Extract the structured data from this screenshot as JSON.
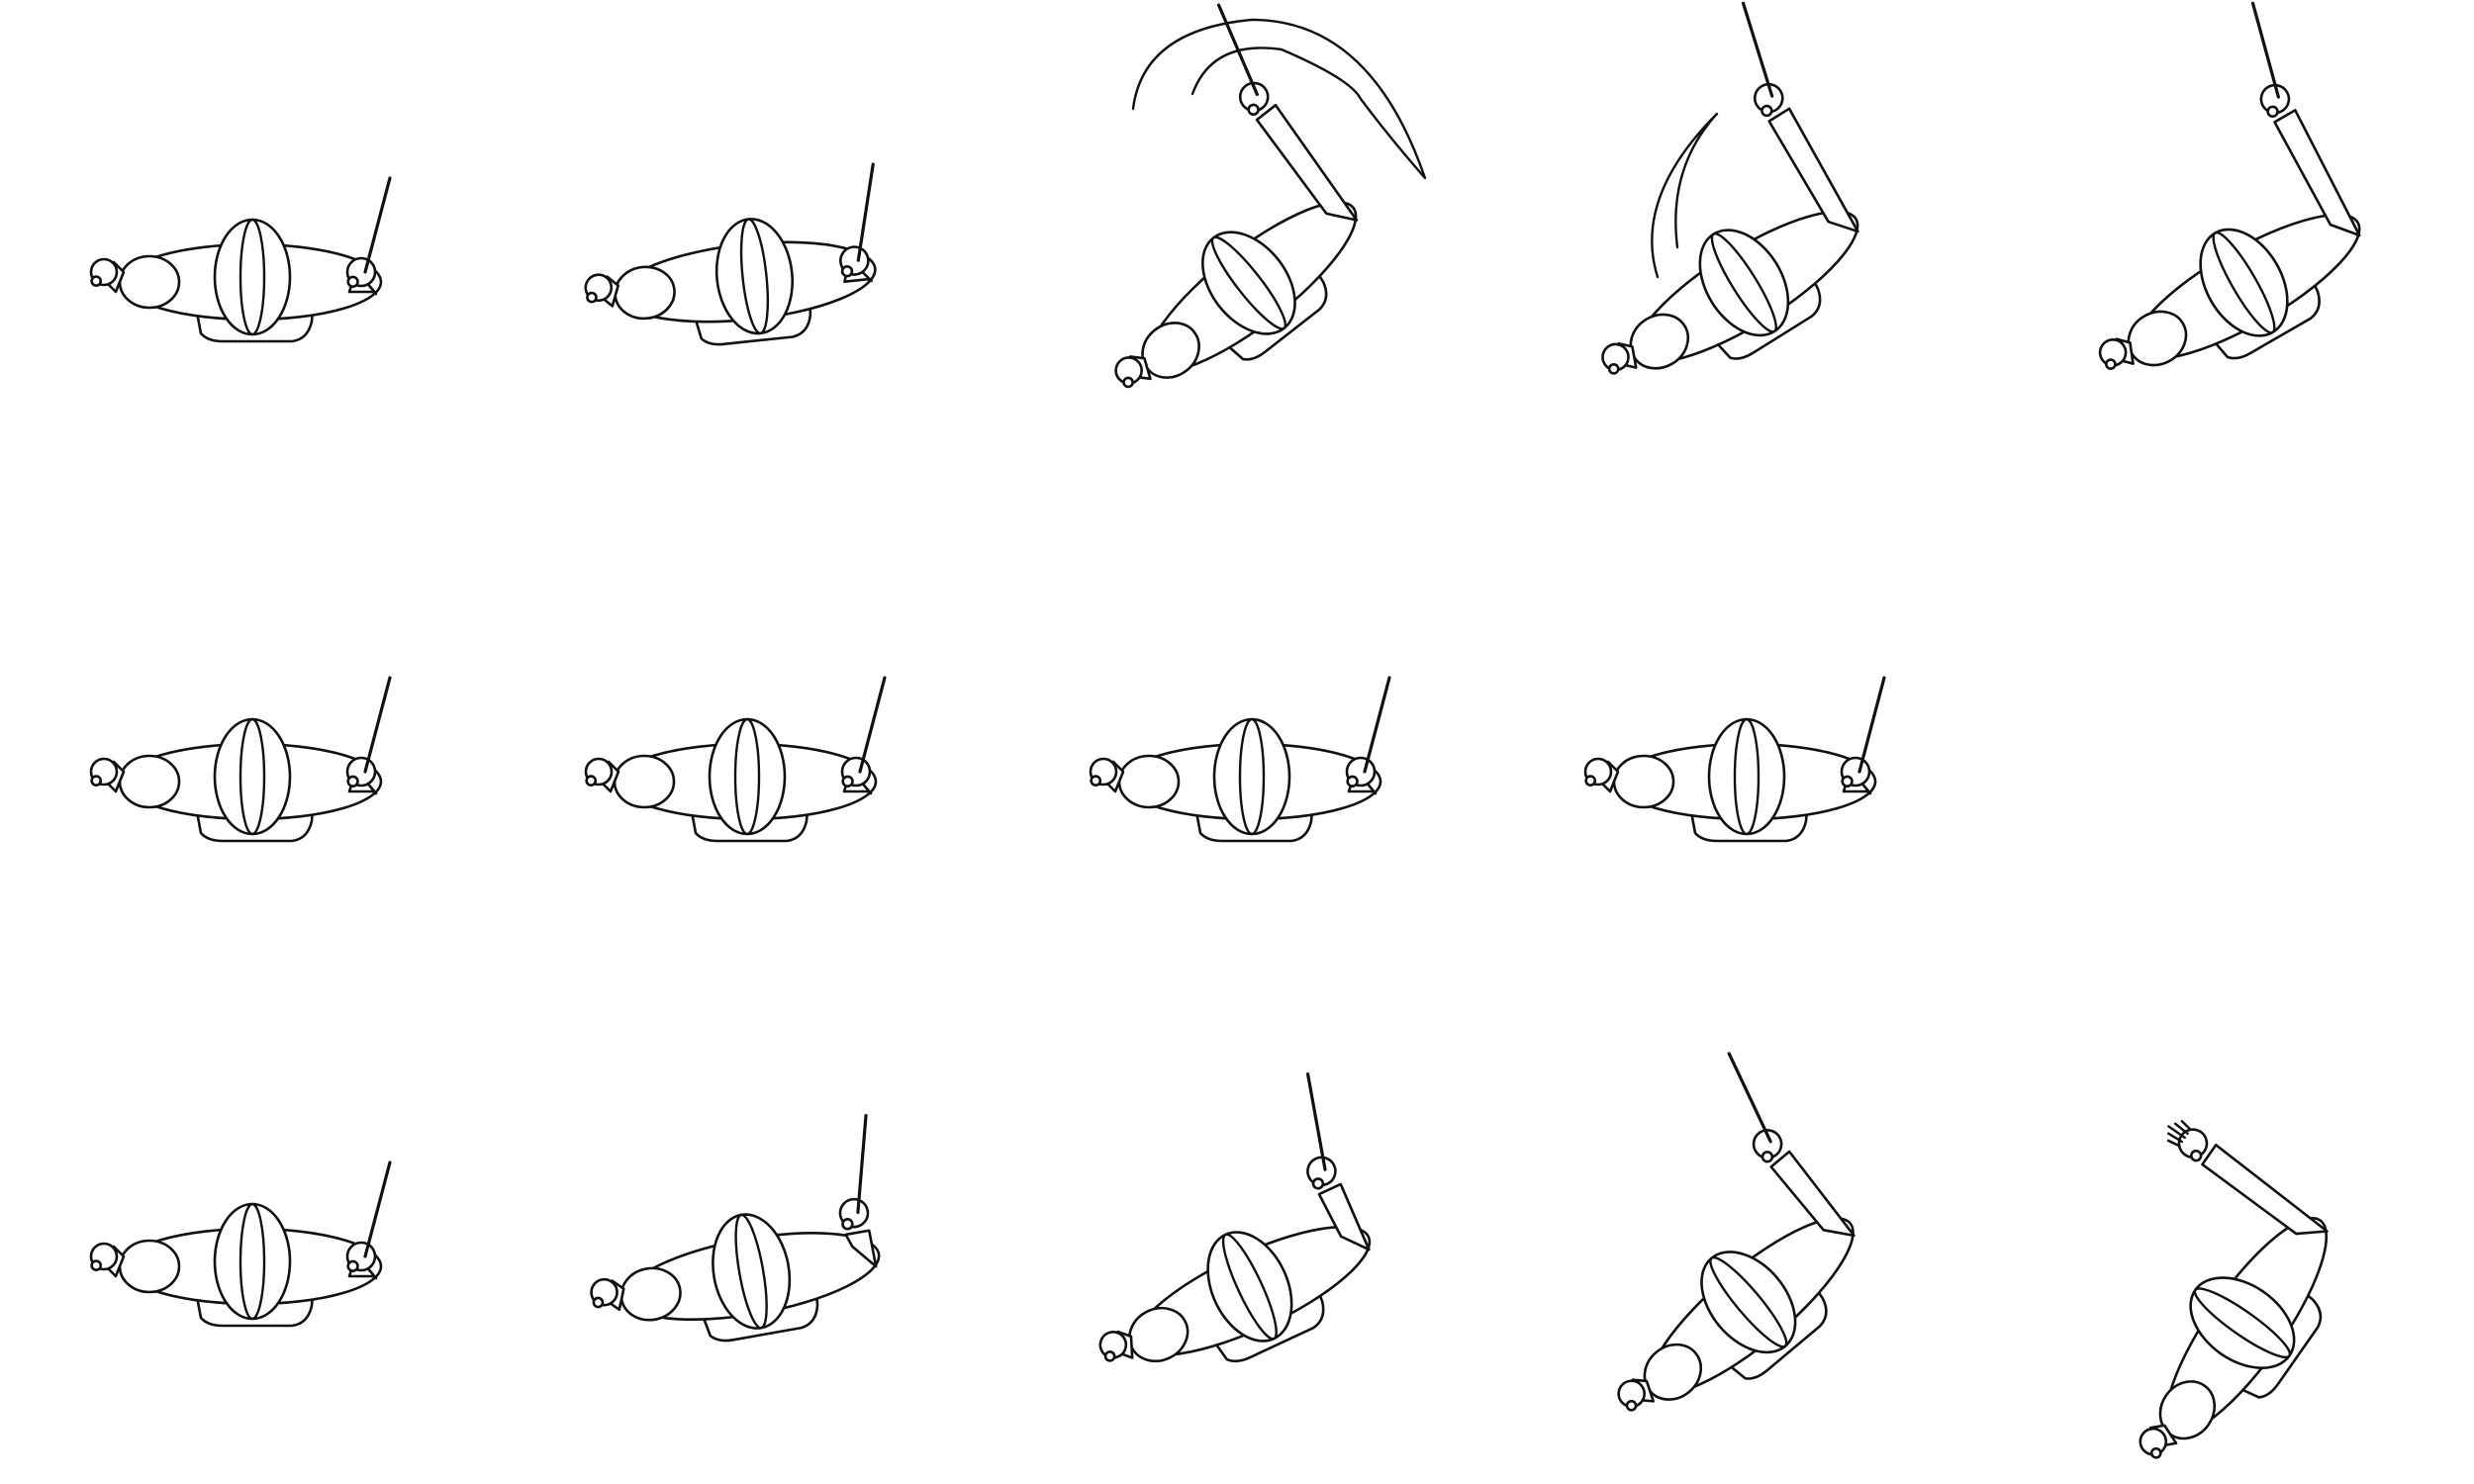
{
  "sheet": {
    "background": "#ffffff",
    "ink": "#111111",
    "rows": [
      {
        "name": "attack",
        "frames": [
          {
            "pose": "idle-open",
            "swing": "none",
            "raise": 0
          },
          {
            "pose": "lean-right",
            "swing": "none",
            "raise": 0
          },
          {
            "pose": "slash-high",
            "swing": "big-arc",
            "raise": 1
          },
          {
            "pose": "slash-mid",
            "swing": "small-arc",
            "raise": 1
          },
          {
            "pose": "recover",
            "swing": "none",
            "raise": 1
          }
        ]
      },
      {
        "name": "idle",
        "frames": [
          {
            "pose": "idle-open",
            "swing": "none",
            "raise": 0
          },
          {
            "pose": "idle-open",
            "swing": "none",
            "raise": 0
          },
          {
            "pose": "idle-open",
            "swing": "none",
            "raise": 0
          },
          {
            "pose": "idle-open",
            "swing": "none",
            "raise": 0
          }
        ]
      },
      {
        "name": "raise-hand",
        "frames": [
          {
            "pose": "idle-open",
            "swing": "none",
            "raise": 0
          },
          {
            "pose": "turn-1",
            "swing": "none",
            "raise": 0.25
          },
          {
            "pose": "turn-2",
            "swing": "none",
            "raise": 0.5
          },
          {
            "pose": "turn-3",
            "swing": "none",
            "raise": 0.75
          },
          {
            "pose": "hand-raised",
            "swing": "none",
            "raise": 1
          }
        ]
      }
    ]
  }
}
